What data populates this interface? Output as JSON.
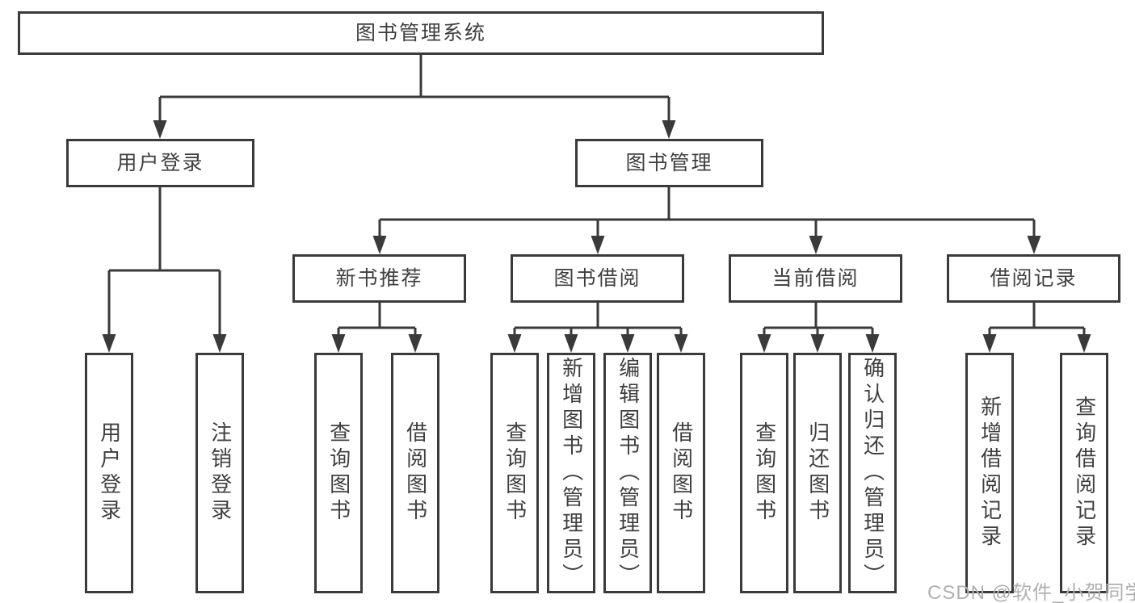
{
  "diagram": {
    "type": "tree",
    "title": "图书管理系统",
    "tree": {
      "label": "图书管理系统",
      "children": [
        {
          "label": "用户登录",
          "children": [
            {
              "label": "用户登录"
            },
            {
              "label": "注销登录"
            }
          ]
        },
        {
          "label": "图书管理",
          "children": [
            {
              "label": "新书推荐",
              "children": [
                {
                  "label": "查询图书"
                },
                {
                  "label": "借阅图书"
                }
              ]
            },
            {
              "label": "图书借阅",
              "children": [
                {
                  "label": "查询图书"
                },
                {
                  "label": "新增图书（管理员）"
                },
                {
                  "label": "编辑图书（管理员）"
                },
                {
                  "label": "借阅图书"
                }
              ]
            },
            {
              "label": "当前借阅",
              "children": [
                {
                  "label": "查询图书"
                },
                {
                  "label": "归还图书"
                },
                {
                  "label": "确认归还（管理员）"
                }
              ]
            },
            {
              "label": "借阅记录",
              "children": [
                {
                  "label": "新增借阅记录"
                },
                {
                  "label": "查询借阅记录"
                }
              ]
            }
          ]
        }
      ]
    },
    "colors": {
      "line": "#3a3a3a",
      "text": "#3f3f3f",
      "background": "#ffffff",
      "watermark": "#b0b0b0"
    },
    "watermark": "CSDN @软件_小贺同学"
  }
}
